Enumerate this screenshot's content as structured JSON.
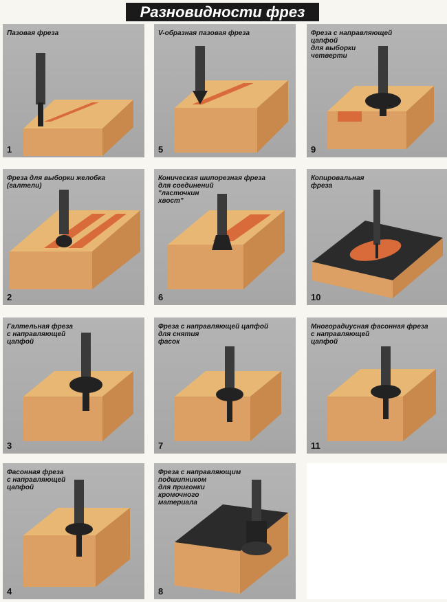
{
  "title": "Разновидности фрез",
  "panels": [
    {
      "number": "1",
      "caption": "Пазовая фреза"
    },
    {
      "number": "5",
      "caption": "V-образная пазовая фреза"
    },
    {
      "number": "9",
      "caption": "Фреза с направляющей\nцапфой\nдля выборки\nчетверти"
    },
    {
      "number": "2",
      "caption": "Фреза для выборки желобка\n(галтели)"
    },
    {
      "number": "6",
      "caption": "Коническая шипорезная фреза\nдля соединений\n\"ласточкин\nхвост\""
    },
    {
      "number": "10",
      "caption": "Копировальная\nфреза"
    },
    {
      "number": "3",
      "caption": "Галтельная фреза\nс направляющей\nцапфой"
    },
    {
      "number": "7",
      "caption": "Фреза с направляющей цапфой\nдля снятия\nфасок"
    },
    {
      "number": "11",
      "caption": "Многорадиусная фасонная фреза\nс направляющей\nцапфой"
    },
    {
      "number": "4",
      "caption": "Фасонная фреза\nс направляющей\nцапфой"
    },
    {
      "number": "8",
      "caption": "Фреза с направляющим\nподшипником\nдля пригонки\nкромочного\nматериала"
    }
  ],
  "colors": {
    "wood_top": "#e8b774",
    "wood_front": "#dca064",
    "wood_side": "#c9884c",
    "cut": "#d96a3a",
    "steel": "#3a3a3a",
    "laminate": "#2b2b2b"
  }
}
